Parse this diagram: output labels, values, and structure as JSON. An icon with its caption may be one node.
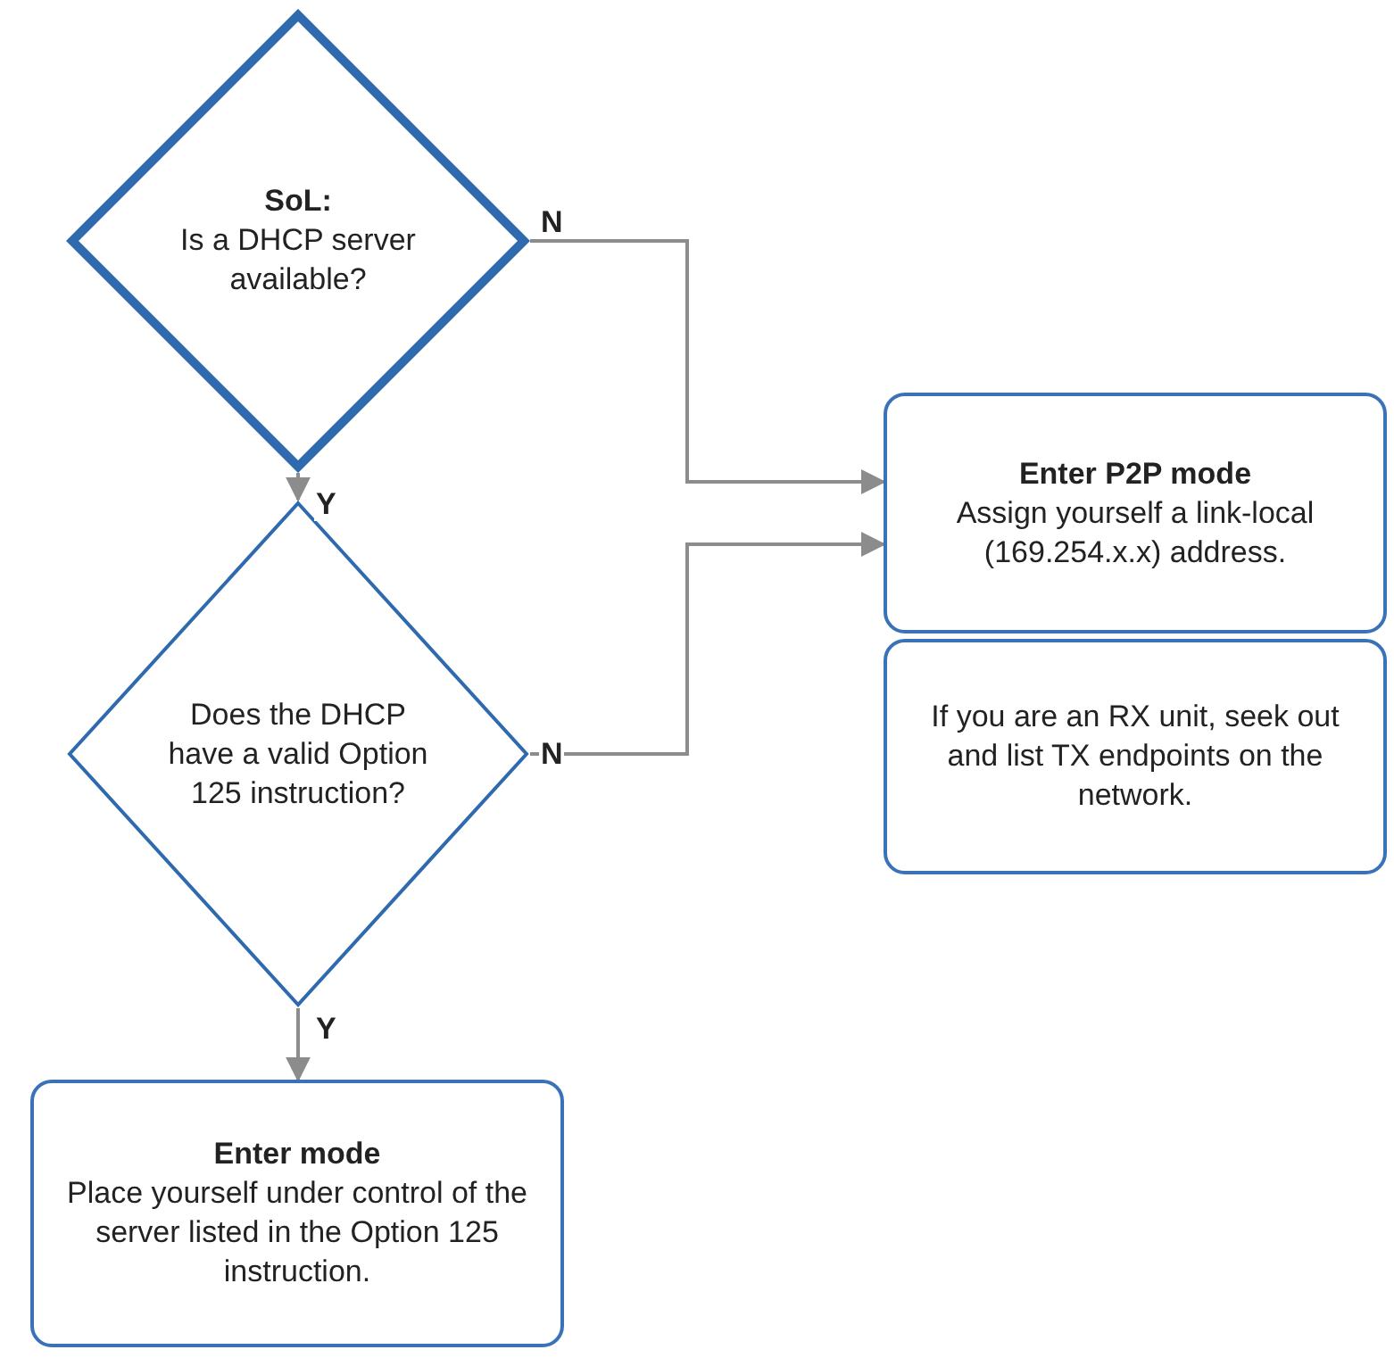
{
  "diagram": {
    "nodes": [
      {
        "text": [
          "SoL:",
          "Is a DHCP server available?"
        ]
      },
      {
        "text": [
          "Enter P2P mode",
          "Assign yourself a link-local (169.254.x.x) address."
        ]
      },
      {
        "text": [
          "Does the DHCP have a valid Option 125 instruction?"
        ]
      },
      {
        "text": [
          "If you are an RX unit, seek out and list TX endpoints on the network."
        ]
      },
      {
        "text": [
          "Enter mode",
          "Place yourself under control of the server listed in the Option 125 instruction."
        ]
      }
    ],
    "edges": [
      {
        "from": 0,
        "to": 1,
        "arrow": "to",
        "label": "N"
      },
      {
        "from": 0,
        "to": 2,
        "arrow": "to",
        "label": "Y"
      },
      {
        "from": 2,
        "to": 1,
        "arrow": "to",
        "label": "N"
      },
      {
        "from": 2,
        "to": 4,
        "arrow": "to",
        "label": "Y"
      }
    ]
  }
}
